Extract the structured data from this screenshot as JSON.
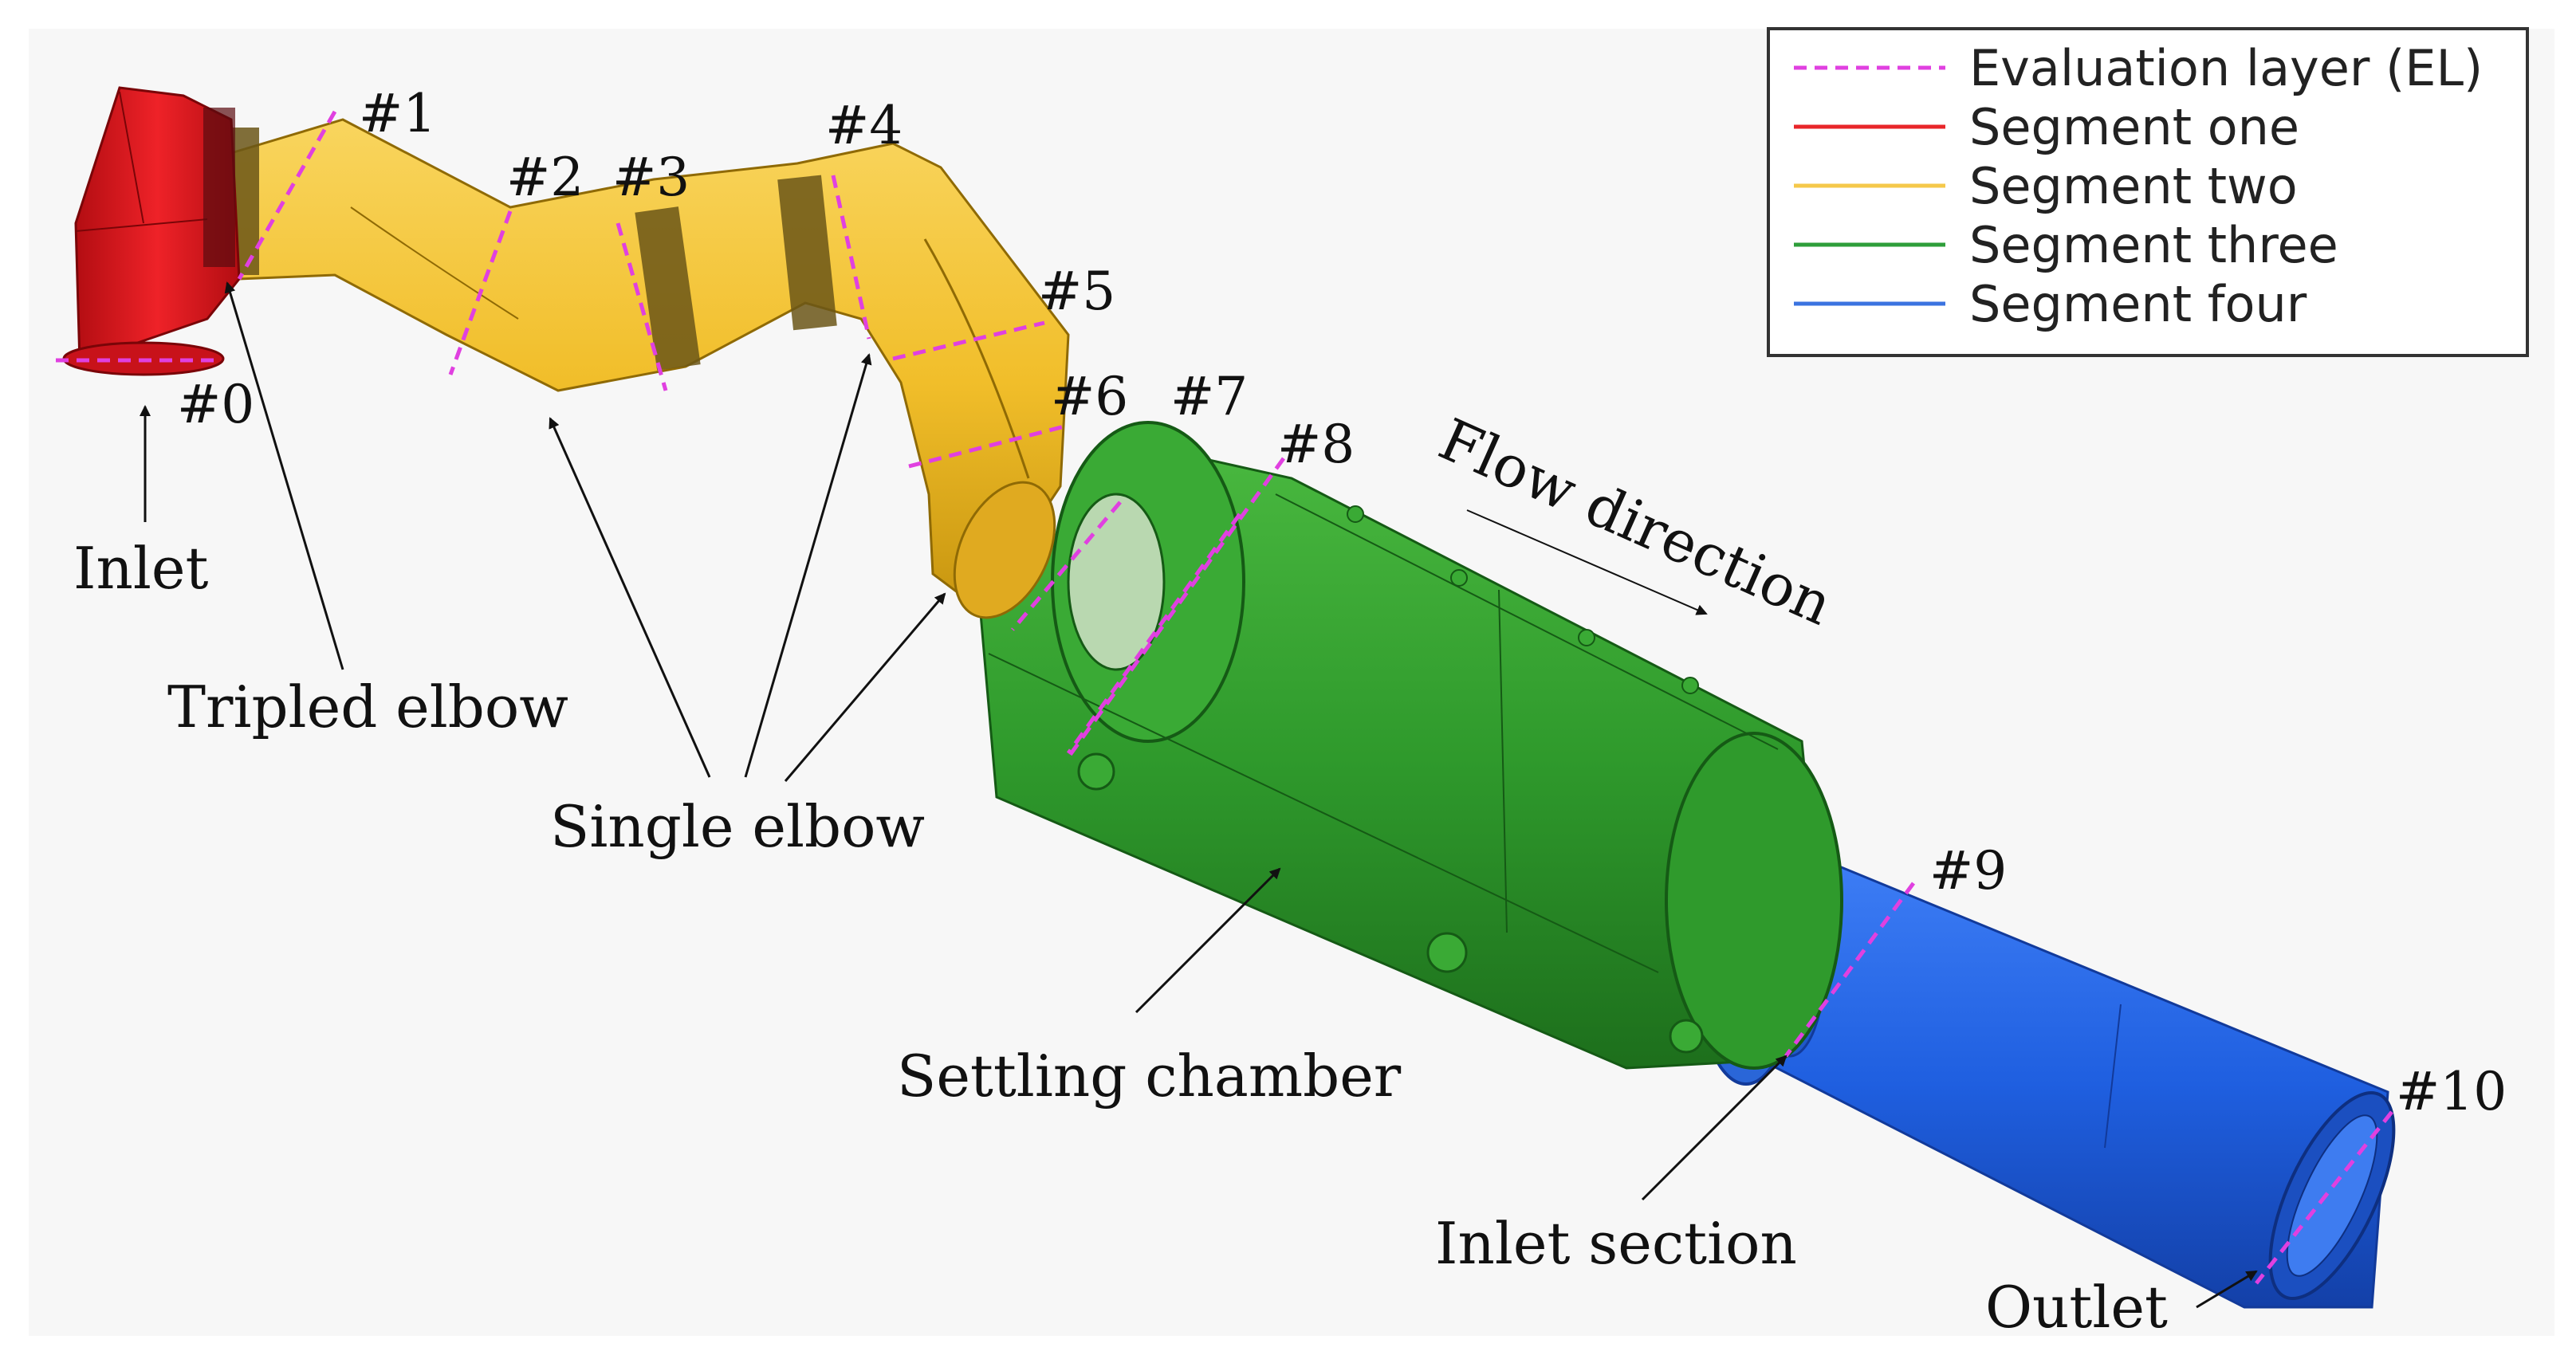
{
  "legend": {
    "items": [
      {
        "label": "Evaluation layer (EL)",
        "color": "#e040e0",
        "style": "dashed"
      },
      {
        "label": "Segment one",
        "color": "#e8262a",
        "style": "solid"
      },
      {
        "label": "Segment two",
        "color": "#f5c84a",
        "style": "solid"
      },
      {
        "label": "Segment three",
        "color": "#2e9e3a",
        "style": "solid"
      },
      {
        "label": "Segment four",
        "color": "#3b73e0",
        "style": "solid"
      }
    ]
  },
  "evaluation_layers": [
    "#0",
    "#1",
    "#2",
    "#3",
    "#4",
    "#5",
    "#6",
    "#7",
    "#8",
    "#9",
    "#10"
  ],
  "annotations": {
    "inlet": "Inlet",
    "tripled_elbow": "Tripled elbow",
    "single_elbow": "Single elbow",
    "settling_chamber": "Settling chamber",
    "inlet_section": "Inlet section",
    "outlet": "Outlet",
    "flow_direction": "Flow direction"
  },
  "colors": {
    "segment_one": "#e3161c",
    "segment_two": "#f2c12e",
    "segment_three": "#2f9a2c",
    "segment_four": "#1f5fe0",
    "evaluation_layer": "#e040e0",
    "background": "#f7f7f7"
  }
}
